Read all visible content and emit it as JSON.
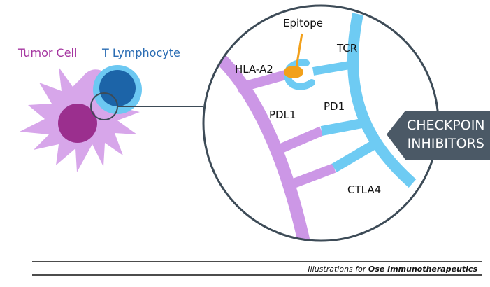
{
  "labels": {
    "tumor_cell": "Tumor Cell",
    "t_lymphocyte": "T Lymphocyte",
    "hla_a2": "HLA-A2",
    "epitope": "Epitope",
    "tcr": "TCR",
    "pd1": "PD1",
    "pdl1": "PDL1",
    "ctla4": "CTLA4",
    "checkpoint_line1": "CHECKPOIN",
    "checkpoint_line2": "INHIBITORS"
  },
  "credit": {
    "prefix": "Illustrations for ",
    "company": "Ose Immunotherapeutics"
  },
  "colors": {
    "tumor_light": "#d7a6ea",
    "tumor_nucleus": "#9b2f8e",
    "tumor_text": "#a535a0",
    "tcell_ring": "#6cc8f2",
    "tcell_core": "#1c64a8",
    "tcell_text": "#2a6cb3",
    "membrane_purple": "#cc97e6",
    "membrane_blue": "#6ecbf3",
    "epitope": "#f2a01a",
    "outline": "#3d4b57",
    "arrow_fill": "#4b5966"
  }
}
